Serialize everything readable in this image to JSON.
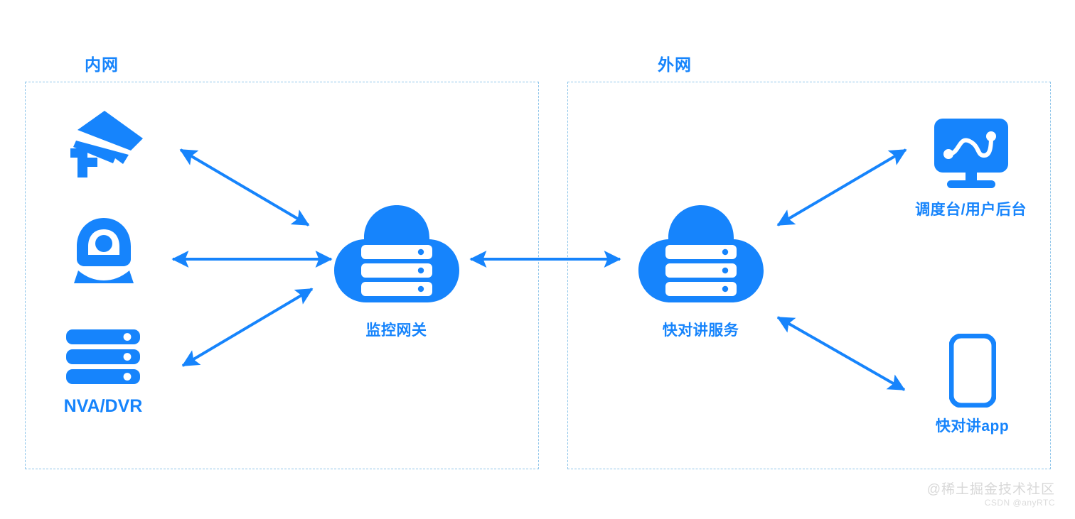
{
  "diagram": {
    "title": "",
    "accent_color": "#1684fc",
    "zone_border_color": "#8ec5ea",
    "background": "#ffffff"
  },
  "zones": [
    {
      "id": "intranet",
      "label": "内网"
    },
    {
      "id": "extranet",
      "label": "外网"
    }
  ],
  "nodes": [
    {
      "id": "cctv",
      "label": "",
      "icon": "cctv-camera-icon"
    },
    {
      "id": "ptz",
      "label": "",
      "icon": "ptz-dome-camera-icon"
    },
    {
      "id": "nvr",
      "label": "NVA/DVR",
      "icon": "server-stack-icon"
    },
    {
      "id": "gateway",
      "label": "监控网关",
      "icon": "cloud-server-icon"
    },
    {
      "id": "service",
      "label": "快对讲服务",
      "icon": "cloud-server-icon"
    },
    {
      "id": "console",
      "label": "调度台/用户后台",
      "icon": "monitor-chart-icon"
    },
    {
      "id": "app",
      "label": "快对讲app",
      "icon": "smartphone-icon"
    }
  ],
  "connections": [
    {
      "id": "cctv-gateway",
      "from": "cctv",
      "to": "gateway",
      "style": "double-arrow"
    },
    {
      "id": "ptz-gateway",
      "from": "ptz",
      "to": "gateway",
      "style": "double-arrow"
    },
    {
      "id": "nvr-gateway",
      "from": "nvr",
      "to": "gateway",
      "style": "double-arrow"
    },
    {
      "id": "gateway-service",
      "from": "gateway",
      "to": "service",
      "style": "double-arrow"
    },
    {
      "id": "service-console",
      "from": "service",
      "to": "console",
      "style": "double-arrow"
    },
    {
      "id": "service-app",
      "from": "service",
      "to": "app",
      "style": "double-arrow"
    }
  ],
  "watermark": {
    "main": "@稀土掘金技术社区",
    "sub": "CSDN @anyRTC"
  }
}
